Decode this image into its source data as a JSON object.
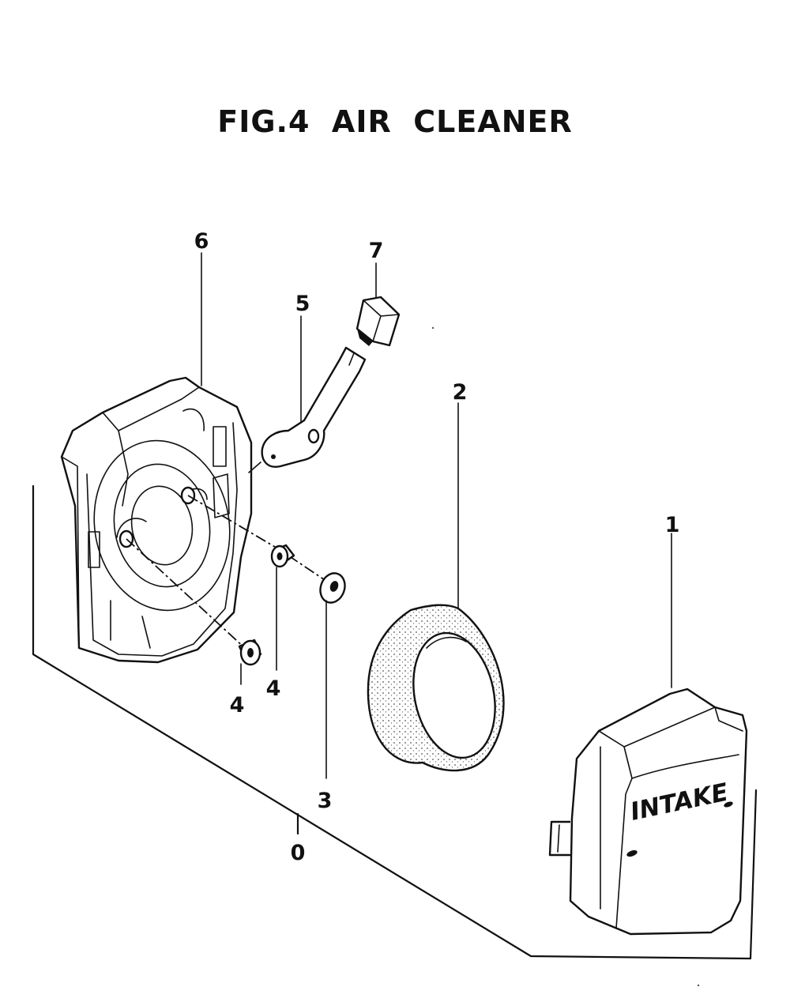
{
  "figure": {
    "title": "FIG.4   AIR CLEANER"
  },
  "labels": {
    "assembly": "0",
    "cover": "1",
    "element": "2",
    "washer": "3",
    "collar_a": "4",
    "collar_b": "4",
    "lever": "5",
    "case": "6",
    "knob": "7"
  },
  "cover_stamp": "INTAKE",
  "colors": {
    "ink": "#111111",
    "paper": "#ffffff",
    "foam": "#f0f0f0"
  }
}
